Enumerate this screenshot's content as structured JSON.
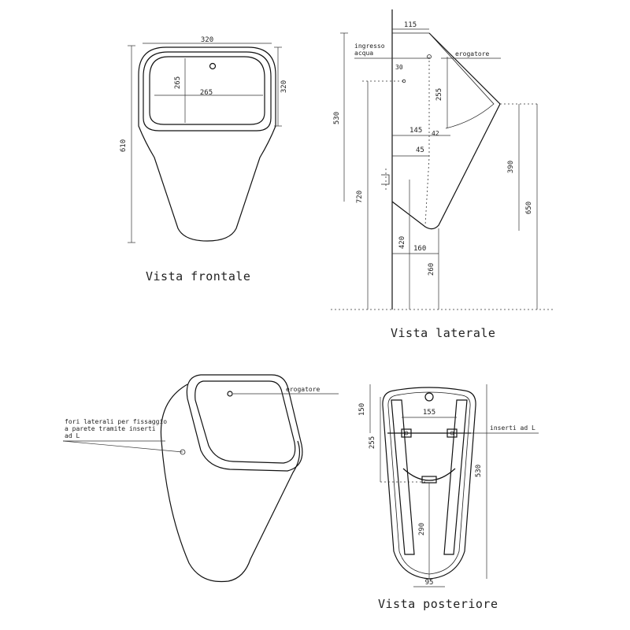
{
  "views": {
    "front": {
      "title": "Vista frontale",
      "dim_width_top": "320",
      "dim_height_total": "610",
      "dim_bowl_height": "265",
      "dim_bowl_width": "265",
      "dim_rim_height": "320"
    },
    "side": {
      "title": "Vista laterale",
      "label_water_inlet_line1": "ingresso",
      "label_water_inlet_line2": "acqua",
      "label_dispenser": "erogatore",
      "dim_depth_top": "115",
      "dim_inlet_offset": "30",
      "dim_bowl_depth": "255",
      "dim_height_530": "530",
      "dim_145": "145",
      "dim_45": "45",
      "dim_390": "390",
      "dim_720": "720",
      "dim_650": "650",
      "dim_420": "420",
      "dim_160": "160",
      "dim_260": "260",
      "dim_small": "42"
    },
    "perspective": {
      "label_dispenser": "erogatore",
      "label_side_holes_line1": "fori laterali per fissaggio",
      "label_side_holes_line2": "a parete tramite inserti",
      "label_side_holes_line3": "ad L"
    },
    "rear": {
      "title": "Vista posteriore",
      "label_inserts": "inserti ad L",
      "dim_150": "150",
      "dim_155": "155",
      "dim_255": "255",
      "dim_530": "530",
      "dim_290": "290",
      "dim_95": "95"
    }
  }
}
